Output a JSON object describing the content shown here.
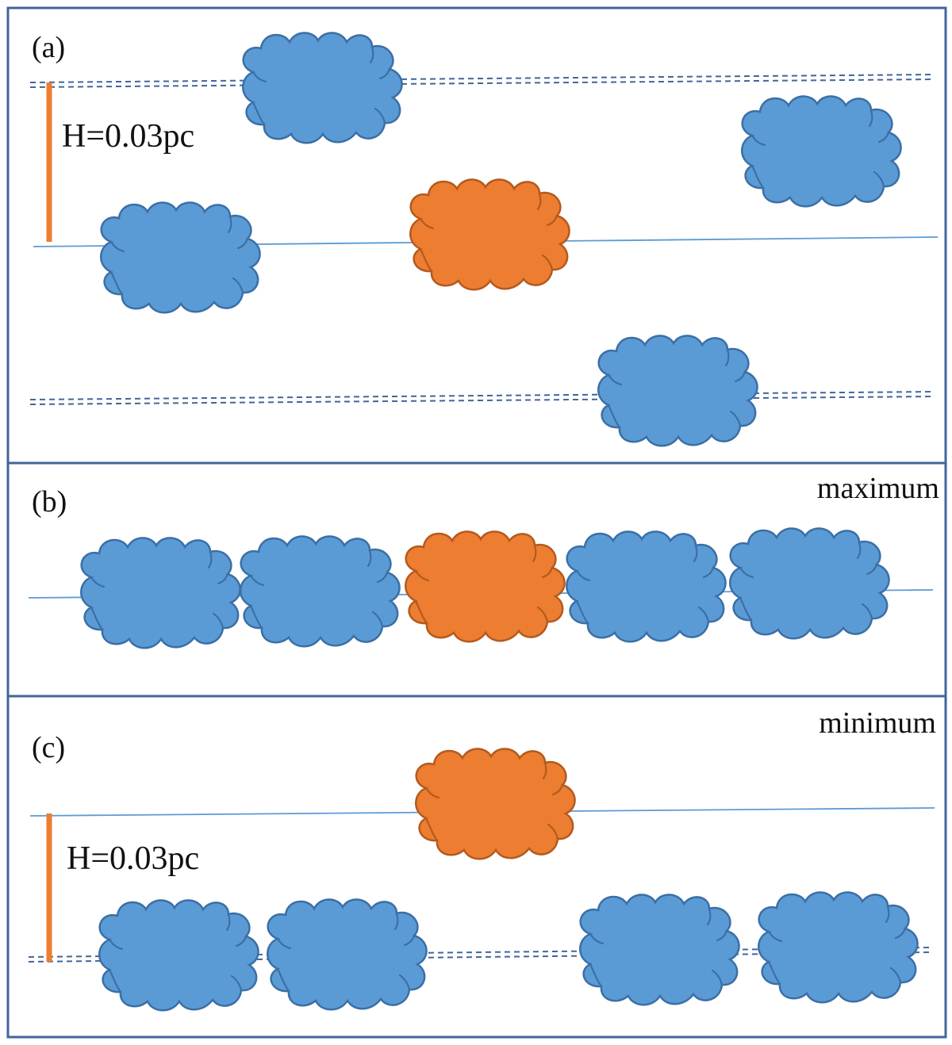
{
  "panels": [
    {
      "label": "(a)",
      "corner_text": "",
      "scale_text": "H=0.03pc"
    },
    {
      "label": "(b)",
      "corner_text": "maximum",
      "scale_text": ""
    },
    {
      "label": "(c)",
      "corner_text": "minimum",
      "scale_text": "H=0.03pc"
    }
  ],
  "colors": {
    "frame": "#41669a",
    "cloud_blue": "#5b9bd5",
    "cloud_orange": "#ed7d31",
    "scale_bar": "#ed7d31",
    "plane_line": "#5b9bd5"
  }
}
